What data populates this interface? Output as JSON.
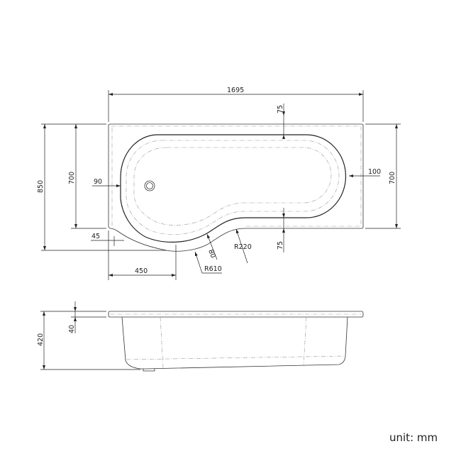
{
  "top_view": {
    "dims": {
      "length": "1695",
      "overall_width": "850",
      "width_left": "700",
      "width_right": "700",
      "rim_top": "75",
      "rim_bottom": "75",
      "rim_right": "100",
      "rim_left": "90",
      "step": "45",
      "offset": "450",
      "radius_outer": "R610",
      "rim_curve": "80",
      "radius_inner": "R220"
    }
  },
  "side_view": {
    "dims": {
      "height": "420",
      "rim_thickness": "40"
    }
  },
  "unit_label": "unit: mm"
}
